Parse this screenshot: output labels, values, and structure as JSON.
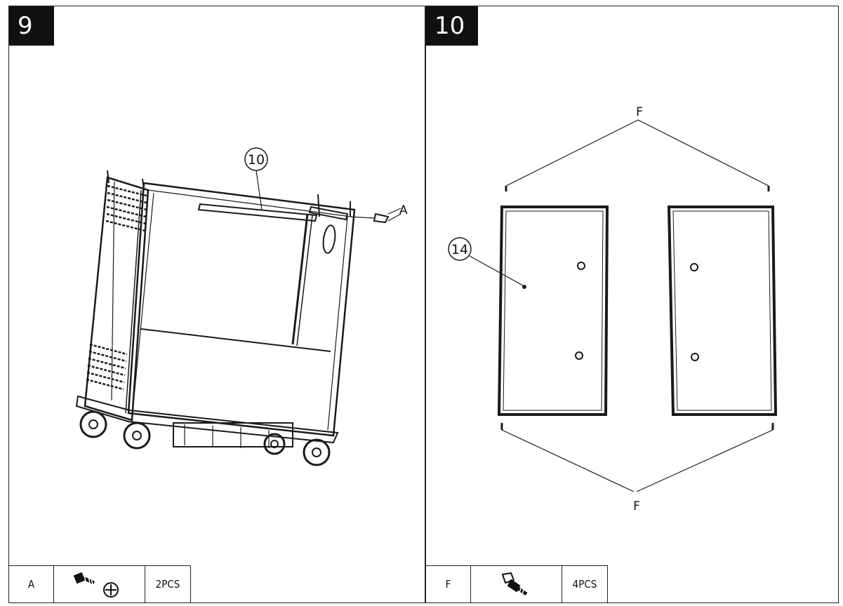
{
  "panels": [
    {
      "step": "9",
      "callouts": {
        "part": "10",
        "hardware": "A"
      },
      "parts": {
        "letter": "A",
        "icon": "bolt-with-phillips-head-icon",
        "qty": "2PCS"
      }
    },
    {
      "step": "10",
      "callouts": {
        "part": "14",
        "hardware_top": "F",
        "hardware_bottom": "F"
      },
      "parts": {
        "letter": "F",
        "icon": "caster-bolt-icon",
        "qty": "4PCS"
      }
    }
  ]
}
